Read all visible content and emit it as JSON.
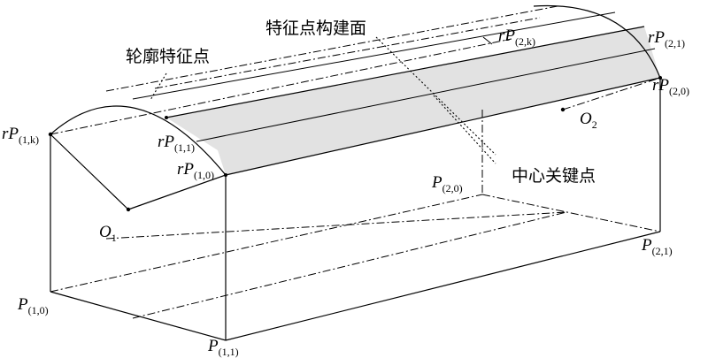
{
  "annotations": {
    "face": "特征点构建面",
    "contour": "轮廓特征点",
    "center": "中心关键点"
  },
  "labels": {
    "rP1k": {
      "main": "rP",
      "sub": "(1,k)"
    },
    "rP11": {
      "main": "rP",
      "sub": "(1,1)"
    },
    "rP10": {
      "main": "rP",
      "sub": "(1,0)"
    },
    "rP2k": {
      "main": "rP",
      "sub": "(2,k)"
    },
    "rP21": {
      "main": "rP",
      "sub": "(2,1)"
    },
    "rP20": {
      "main": "rP",
      "sub": "(2,0)"
    },
    "O1": {
      "main": "O",
      "sub": "1"
    },
    "O2": {
      "main": "O",
      "sub": "2"
    },
    "P20": {
      "main": "P",
      "sub": "(2,0)"
    },
    "P21": {
      "main": "P",
      "sub": "(2,1)"
    },
    "P10": {
      "main": "P",
      "sub": "(1,0)"
    },
    "P11": {
      "main": "P",
      "sub": "(1,1)"
    }
  },
  "colors": {
    "face_fill": "#e2e2e2",
    "stroke": "#000000"
  }
}
